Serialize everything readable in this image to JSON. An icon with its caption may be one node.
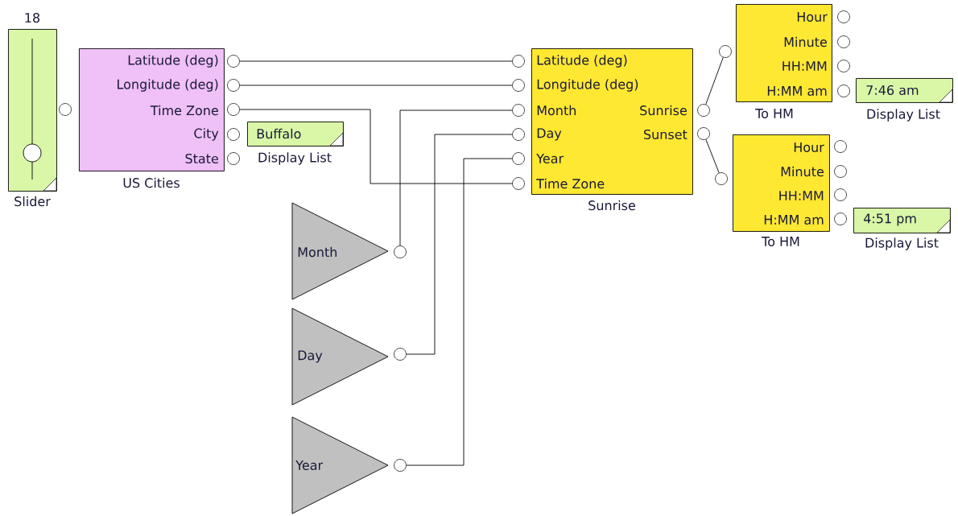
{
  "diagram": {
    "nodes": [
      {
        "text": [
          "18",
          "Slider"
        ]
      },
      {
        "text": [
          "Latitude (deg)",
          "Longitude (deg)",
          "Time Zone",
          "City",
          "State",
          "US Cities"
        ]
      },
      {
        "text": [
          "Buffalo",
          "Display List"
        ]
      },
      {
        "text": [
          "Latitude (deg)",
          "Longitude (deg)",
          "Month",
          "Day",
          "Year",
          "Time Zone",
          "Sunrise",
          "Sunset",
          "Sunrise"
        ]
      },
      {
        "text": [
          "Hour",
          "Minute",
          "HH:MM",
          "H:MM am",
          "To HM"
        ]
      },
      {
        "text": [
          "7:46 am",
          "Display List"
        ]
      },
      {
        "text": [
          "Hour",
          "Minute",
          "HH:MM",
          "H:MM am",
          "To HM"
        ]
      },
      {
        "text": [
          "4:51 pm",
          "Display List"
        ]
      },
      {
        "text": [
          "Month"
        ]
      },
      {
        "text": [
          "Day"
        ]
      },
      {
        "text": [
          "Year"
        ]
      },
      {
        "text": [],
        "shape": "circle"
      },
      {
        "text": [],
        "shape": "circle"
      },
      {
        "text": [],
        "shape": "circle"
      },
      {
        "text": [],
        "shape": "circle"
      },
      {
        "text": [],
        "shape": "circle"
      },
      {
        "text": [],
        "shape": "circle"
      },
      {
        "text": [],
        "shape": "circle"
      },
      {
        "text": [],
        "shape": "circle"
      },
      {
        "text": [],
        "shape": "circle"
      },
      {
        "text": [],
        "shape": "circle"
      },
      {
        "text": [],
        "shape": "circle"
      },
      {
        "text": [],
        "shape": "circle"
      },
      {
        "text": [],
        "shape": "circle"
      },
      {
        "text": [],
        "shape": "circle"
      },
      {
        "text": [],
        "shape": "circle"
      },
      {
        "text": [],
        "shape": "circle"
      },
      {
        "text": [],
        "shape": "circle"
      },
      {
        "text": [],
        "shape": "circle"
      },
      {
        "text": [],
        "shape": "circle"
      },
      {
        "text": [],
        "shape": "circle"
      },
      {
        "text": [],
        "shape": "circle"
      },
      {
        "text": [],
        "shape": "circle"
      },
      {
        "text": [],
        "shape": "circle"
      },
      {
        "text": [],
        "shape": "circle"
      },
      {
        "text": [],
        "shape": "circle"
      },
      {
        "text": [],
        "shape": "circle"
      },
      {
        "text": [],
        "shape": "circle"
      }
    ],
    "edges": [
      {
        "from": 12,
        "to": 17,
        "arrow": "none"
      },
      {
        "from": 13,
        "to": 18,
        "arrow": "none"
      },
      {
        "from": 14,
        "to": 22,
        "arrow": "none"
      },
      {
        "from": 35,
        "to": 19,
        "arrow": "none"
      },
      {
        "from": 36,
        "to": 20,
        "arrow": "none"
      },
      {
        "from": 37,
        "to": 21,
        "arrow": "none"
      },
      {
        "from": 23,
        "to": 25,
        "arrow": "none"
      },
      {
        "from": 24,
        "to": 30,
        "arrow": "none"
      }
    ]
  }
}
